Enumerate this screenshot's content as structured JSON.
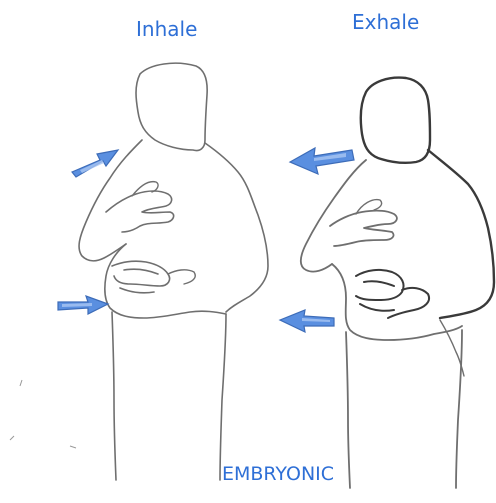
{
  "labels": {
    "inhale": "Inhale",
    "exhale": "Exhale",
    "footer": "EMBRYONIC"
  },
  "colors": {
    "label_text": "#2e6fd6",
    "arrow_fill": "#5a8fe0",
    "sketch_stroke": "#6f6f6f",
    "background": "#ffffff"
  },
  "figures": [
    {
      "name": "inhale-figure",
      "arrows": [
        "pointing-in-chest",
        "pointing-in-belly"
      ]
    },
    {
      "name": "exhale-figure",
      "arrows": [
        "pointing-out-chest",
        "pointing-out-belly"
      ]
    }
  ]
}
